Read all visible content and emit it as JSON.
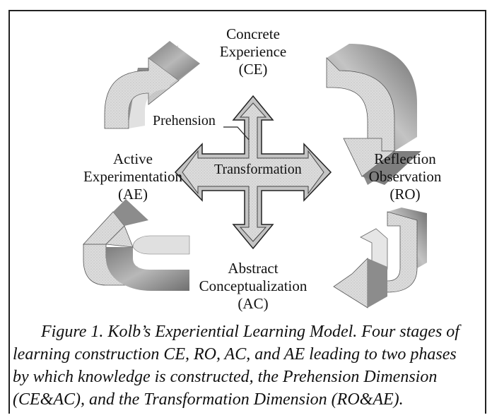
{
  "stages": {
    "ce": [
      "Concrete",
      "Experience",
      "(CE)"
    ],
    "ro": [
      "Reflection",
      "Observation",
      "(RO)"
    ],
    "ac": [
      "Abstract",
      "Conceptualization",
      "(AC)"
    ],
    "ae": [
      "Active",
      "Experimentation",
      "(AE)"
    ]
  },
  "dimensions": {
    "prehension": "Prehension",
    "transformation": "Transformation"
  },
  "caption": "Figure 1. Kolb’s Experiential Learning Model. Four stages of\nlearning construction CE, RO, AC, and AE leading to two phases\nby which knowledge is constructed, the Prehension Dimension\n(CE&AC), and the Transformation Dimension (RO&AE).",
  "colors": {
    "arrow_face": "#d9d9d9",
    "arrow_shade": "#9a9a9a",
    "cross_fill": "#c8c8c8",
    "outline": "#222222"
  }
}
